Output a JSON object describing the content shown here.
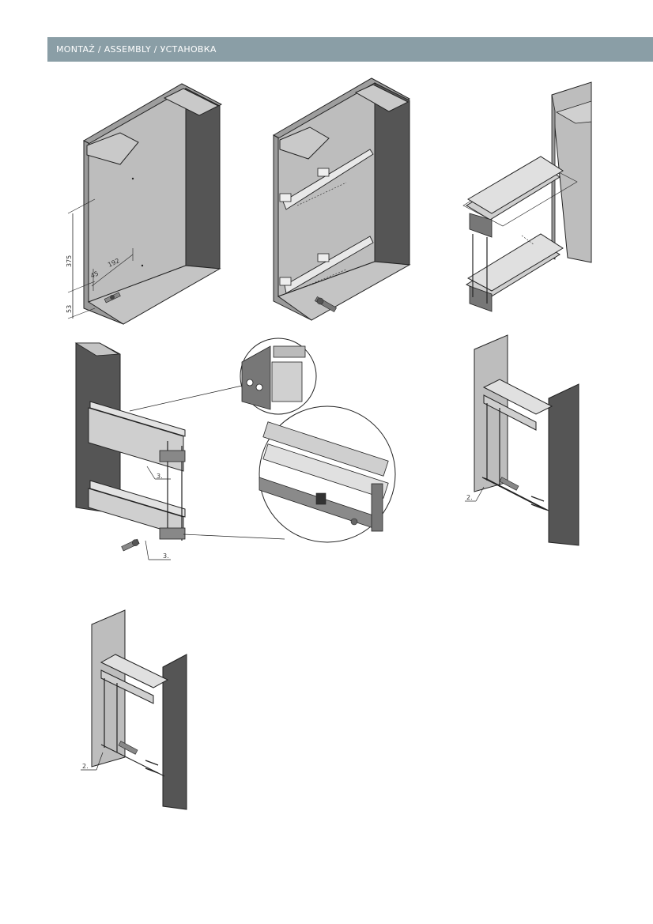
{
  "header": {
    "title": "MONTAŻ / ASSEMBLY / УСТАНОВКА",
    "bg_color": "#8a9ea6"
  },
  "step1": {
    "dim_375": "375",
    "dim_192": "192",
    "dim_45": "45",
    "dim_53": "53"
  },
  "step4": {
    "callout_a": "3.",
    "callout_b": "3."
  },
  "step5": {
    "callout": "2."
  },
  "step6": {
    "callout": "2."
  },
  "colors": {
    "panel_light": "#bdbdbd",
    "panel_mid": "#9e9e9e",
    "panel_dark": "#555555",
    "line": "#222222"
  }
}
